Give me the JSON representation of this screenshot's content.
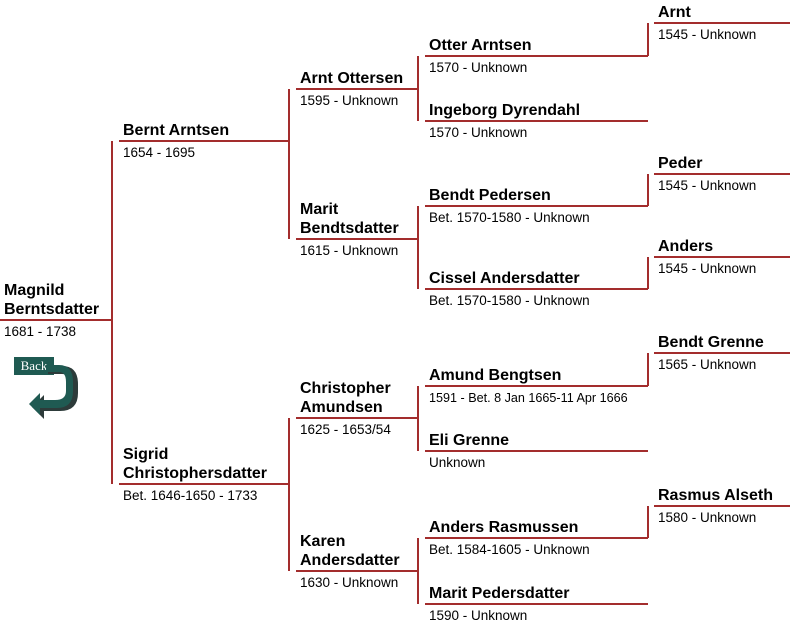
{
  "back_label": "Back",
  "line_color": "#a32d2d",
  "people": {
    "p1": {
      "name": [
        "Magnild",
        "Berntsdatter"
      ],
      "dates": "1681 - 1738"
    },
    "p2": {
      "name": [
        "Bernt Arntsen"
      ],
      "dates": "1654 - 1695"
    },
    "p3": {
      "name": [
        "Sigrid",
        "Christophersdatter"
      ],
      "dates": "Bet. 1646-1650 - 1733"
    },
    "p4": {
      "name": [
        "Arnt Ottersen"
      ],
      "dates": "1595 - Unknown"
    },
    "p5": {
      "name": [
        "Marit",
        "Bendtsdatter"
      ],
      "dates": "1615 - Unknown"
    },
    "p6": {
      "name": [
        "Christopher",
        "Amundsen"
      ],
      "dates": "1625 - 1653/54"
    },
    "p7": {
      "name": [
        "Karen",
        "Andersdatter"
      ],
      "dates": "1630 - Unknown"
    },
    "p8": {
      "name": [
        "Otter Arntsen"
      ],
      "dates": "1570 - Unknown"
    },
    "p9": {
      "name": [
        "Ingeborg Dyrendahl"
      ],
      "dates": "1570 - Unknown"
    },
    "p10": {
      "name": [
        "Bendt Pedersen"
      ],
      "dates": "Bet. 1570-1580 - Unknown"
    },
    "p11": {
      "name": [
        "Cissel Andersdatter"
      ],
      "dates": "Bet. 1570-1580 - Unknown"
    },
    "p12": {
      "name": [
        "Amund Bengtsen"
      ],
      "dates": "1591 - Bet. 8 Jan 1665-11 Apr 1666"
    },
    "p13": {
      "name": [
        "Eli Grenne"
      ],
      "dates": "Unknown"
    },
    "p14": {
      "name": [
        "Anders Rasmussen"
      ],
      "dates": "Bet. 1584-1605 - Unknown"
    },
    "p15": {
      "name": [
        "Marit Pedersdatter"
      ],
      "dates": "1590 - Unknown"
    },
    "p16": {
      "name": [
        "Arnt"
      ],
      "dates": "1545 - Unknown"
    },
    "p20": {
      "name": [
        "Peder"
      ],
      "dates": "1545 - Unknown"
    },
    "p22": {
      "name": [
        "Anders"
      ],
      "dates": "1545 - Unknown"
    },
    "p24": {
      "name": [
        "Bendt Grenne"
      ],
      "dates": "1565 - Unknown"
    },
    "p28": {
      "name": [
        "Rasmus Alseth"
      ],
      "dates": "1580 - Unknown"
    }
  }
}
